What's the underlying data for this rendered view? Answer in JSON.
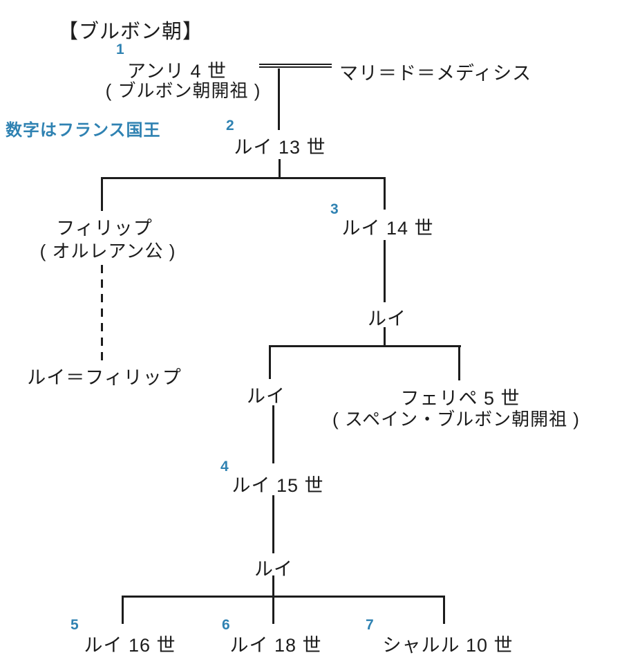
{
  "colors": {
    "accent": "#2f82b2",
    "ink": "#1c1c1c",
    "bg": "#ffffff"
  },
  "title": "【ブルボン朝】",
  "note": "数字はフランス国王",
  "persons": {
    "henri4": {
      "number": "1",
      "name": "アンリ 4 世",
      "subtitle": "( ブルボン朝開祖 )"
    },
    "marie_de_medicis": {
      "name": "マリ＝ド＝メディシス"
    },
    "louis13": {
      "number": "2",
      "name": "ルイ 13 世"
    },
    "philippe_orleans": {
      "name": "フィリップ",
      "subtitle": "( オルレアン公 )"
    },
    "louis_philippe": {
      "name": "ルイ＝フィリップ"
    },
    "louis14": {
      "number": "3",
      "name": "ルイ 14 世"
    },
    "louis_grand_dauphin": {
      "name": "ルイ"
    },
    "louis_duke_of_burgundy": {
      "name": "ルイ"
    },
    "felipe5": {
      "number": "",
      "name": "フェリペ 5 世",
      "subtitle": "( スペイン・ブルボン朝開祖 )"
    },
    "louis15": {
      "number": "4",
      "name": "ルイ 15 世"
    },
    "louis_dauphin": {
      "name": "ルイ"
    },
    "louis16": {
      "number": "5",
      "name": "ルイ 16 世"
    },
    "louis18": {
      "number": "6",
      "name": "ルイ 18 世"
    },
    "charles10": {
      "number": "7",
      "name": "シャルル 10 世"
    }
  }
}
